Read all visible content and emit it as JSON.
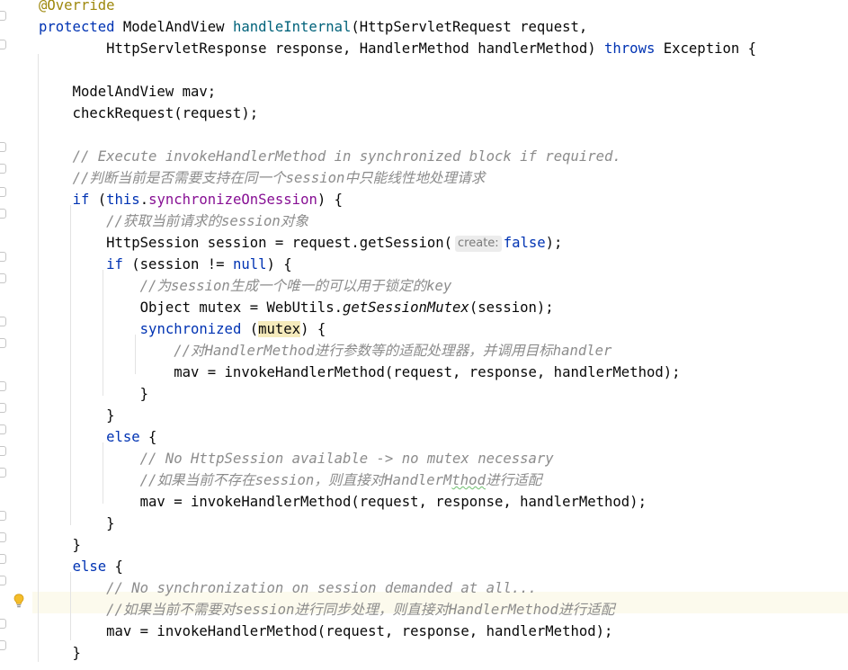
{
  "editor": {
    "lines": [
      {
        "id": "l0",
        "tokens": [
          {
            "t": "@Override",
            "c": "ann"
          }
        ]
      },
      {
        "id": "l1",
        "tokens": [
          {
            "t": "protected",
            "c": "kw"
          },
          {
            "t": " ModelAndView "
          },
          {
            "t": "handleInternal",
            "c": "fn"
          },
          {
            "t": "(HttpServletRequest request,"
          }
        ]
      },
      {
        "id": "l2",
        "tokens": [
          {
            "t": "        HttpServletResponse response, HandlerMethod handlerMethod) "
          },
          {
            "t": "throws",
            "c": "kw"
          },
          {
            "t": " Exception {"
          }
        ]
      },
      {
        "id": "l3",
        "tokens": []
      },
      {
        "id": "l4",
        "tokens": [
          {
            "t": "    ModelAndView mav;"
          }
        ]
      },
      {
        "id": "l5",
        "tokens": [
          {
            "t": "    checkRequest(request);"
          }
        ]
      },
      {
        "id": "l6",
        "tokens": []
      },
      {
        "id": "l7",
        "tokens": [
          {
            "t": "    "
          },
          {
            "t": "// Execute invokeHandlerMethod in synchronized block if required.",
            "c": "cm"
          }
        ]
      },
      {
        "id": "l8",
        "tokens": [
          {
            "t": "    "
          },
          {
            "t": "//判断当前是否需要支持在同一个session中只能线性地处理请求",
            "c": "cm"
          }
        ]
      },
      {
        "id": "l9",
        "tokens": [
          {
            "t": "    "
          },
          {
            "t": "if",
            "c": "kw"
          },
          {
            "t": " ("
          },
          {
            "t": "this",
            "c": "kw"
          },
          {
            "t": "."
          },
          {
            "t": "synchronizeOnSession",
            "c": "field"
          },
          {
            "t": ") {"
          }
        ]
      },
      {
        "id": "l10",
        "tokens": [
          {
            "t": "        "
          },
          {
            "t": "//获取当前请求的session对象",
            "c": "cm"
          }
        ]
      },
      {
        "id": "l11",
        "tokens": [
          {
            "t": "        HttpSession session = request.getSession("
          },
          {
            "t": "create:",
            "c": "hint"
          },
          {
            "t": "false",
            "c": "kw"
          },
          {
            "t": ");"
          }
        ]
      },
      {
        "id": "l12",
        "tokens": [
          {
            "t": "        "
          },
          {
            "t": "if",
            "c": "kw"
          },
          {
            "t": " (session != "
          },
          {
            "t": "null",
            "c": "kw"
          },
          {
            "t": ") {"
          }
        ]
      },
      {
        "id": "l13",
        "tokens": [
          {
            "t": "            "
          },
          {
            "t": "//为session生成一个唯一的可以用于锁定的key",
            "c": "cm"
          }
        ]
      },
      {
        "id": "l14",
        "tokens": [
          {
            "t": "            Object mutex = WebUtils."
          },
          {
            "t": "getSessionMutex",
            "c": "it"
          },
          {
            "t": "(session);"
          }
        ]
      },
      {
        "id": "l15",
        "tokens": [
          {
            "t": "            "
          },
          {
            "t": "synchronized",
            "c": "kw"
          },
          {
            "t": " ("
          },
          {
            "t": "mutex",
            "c": "hl"
          },
          {
            "t": ") {"
          }
        ]
      },
      {
        "id": "l16",
        "tokens": [
          {
            "t": "                "
          },
          {
            "t": "//对HandlerMethod进行参数等的适配处理器，并调用目标handler",
            "c": "cm"
          }
        ]
      },
      {
        "id": "l17",
        "tokens": [
          {
            "t": "                mav = invokeHandlerMethod(request, response, handlerMethod);"
          }
        ]
      },
      {
        "id": "l18",
        "tokens": [
          {
            "t": "            }"
          }
        ]
      },
      {
        "id": "l19",
        "tokens": [
          {
            "t": "        }"
          }
        ]
      },
      {
        "id": "l20",
        "tokens": [
          {
            "t": "        "
          },
          {
            "t": "else",
            "c": "kw"
          },
          {
            "t": " {"
          }
        ]
      },
      {
        "id": "l21",
        "tokens": [
          {
            "t": "            "
          },
          {
            "t": "// No HttpSession available -> no mutex necessary",
            "c": "cm"
          }
        ]
      },
      {
        "id": "l22",
        "tokens": [
          {
            "t": "            "
          },
          {
            "t": "//如果当前不存在session，则直接对HandlerM",
            "c": "cm"
          },
          {
            "t": "thod",
            "c": "cm typo"
          },
          {
            "t": "进行适配",
            "c": "cm"
          }
        ]
      },
      {
        "id": "l23",
        "tokens": [
          {
            "t": "            mav = invokeHandlerMethod(request, response, handlerMethod);"
          }
        ]
      },
      {
        "id": "l24",
        "tokens": [
          {
            "t": "        }"
          }
        ]
      },
      {
        "id": "l25",
        "tokens": [
          {
            "t": "    }"
          }
        ]
      },
      {
        "id": "l26",
        "tokens": [
          {
            "t": "    "
          },
          {
            "t": "else",
            "c": "kw"
          },
          {
            "t": " {"
          }
        ]
      },
      {
        "id": "l27",
        "tokens": [
          {
            "t": "        "
          },
          {
            "t": "// No synchronization on session demanded at all...",
            "c": "cm"
          }
        ]
      },
      {
        "id": "l28",
        "tokens": [
          {
            "t": "        "
          },
          {
            "t": "//如果当前不需要对session进行同步处理，则直接对HandlerMethod进行适配",
            "c": "cm"
          }
        ]
      },
      {
        "id": "l29",
        "tokens": [
          {
            "t": "        mav = invokeHandlerMethod(request, response, handlerMethod);"
          }
        ]
      },
      {
        "id": "l30",
        "tokens": [
          {
            "t": "    }"
          }
        ]
      }
    ],
    "current_line": "l28",
    "intention_icon": "lightbulb-icon",
    "colors": {
      "keyword": "#0033b3",
      "method": "#00627a",
      "annotation": "#9e880d",
      "field": "#871094",
      "comment": "#8c8c8c",
      "current_line": "#fcfaed",
      "highlight": "#f6ebbc"
    }
  }
}
